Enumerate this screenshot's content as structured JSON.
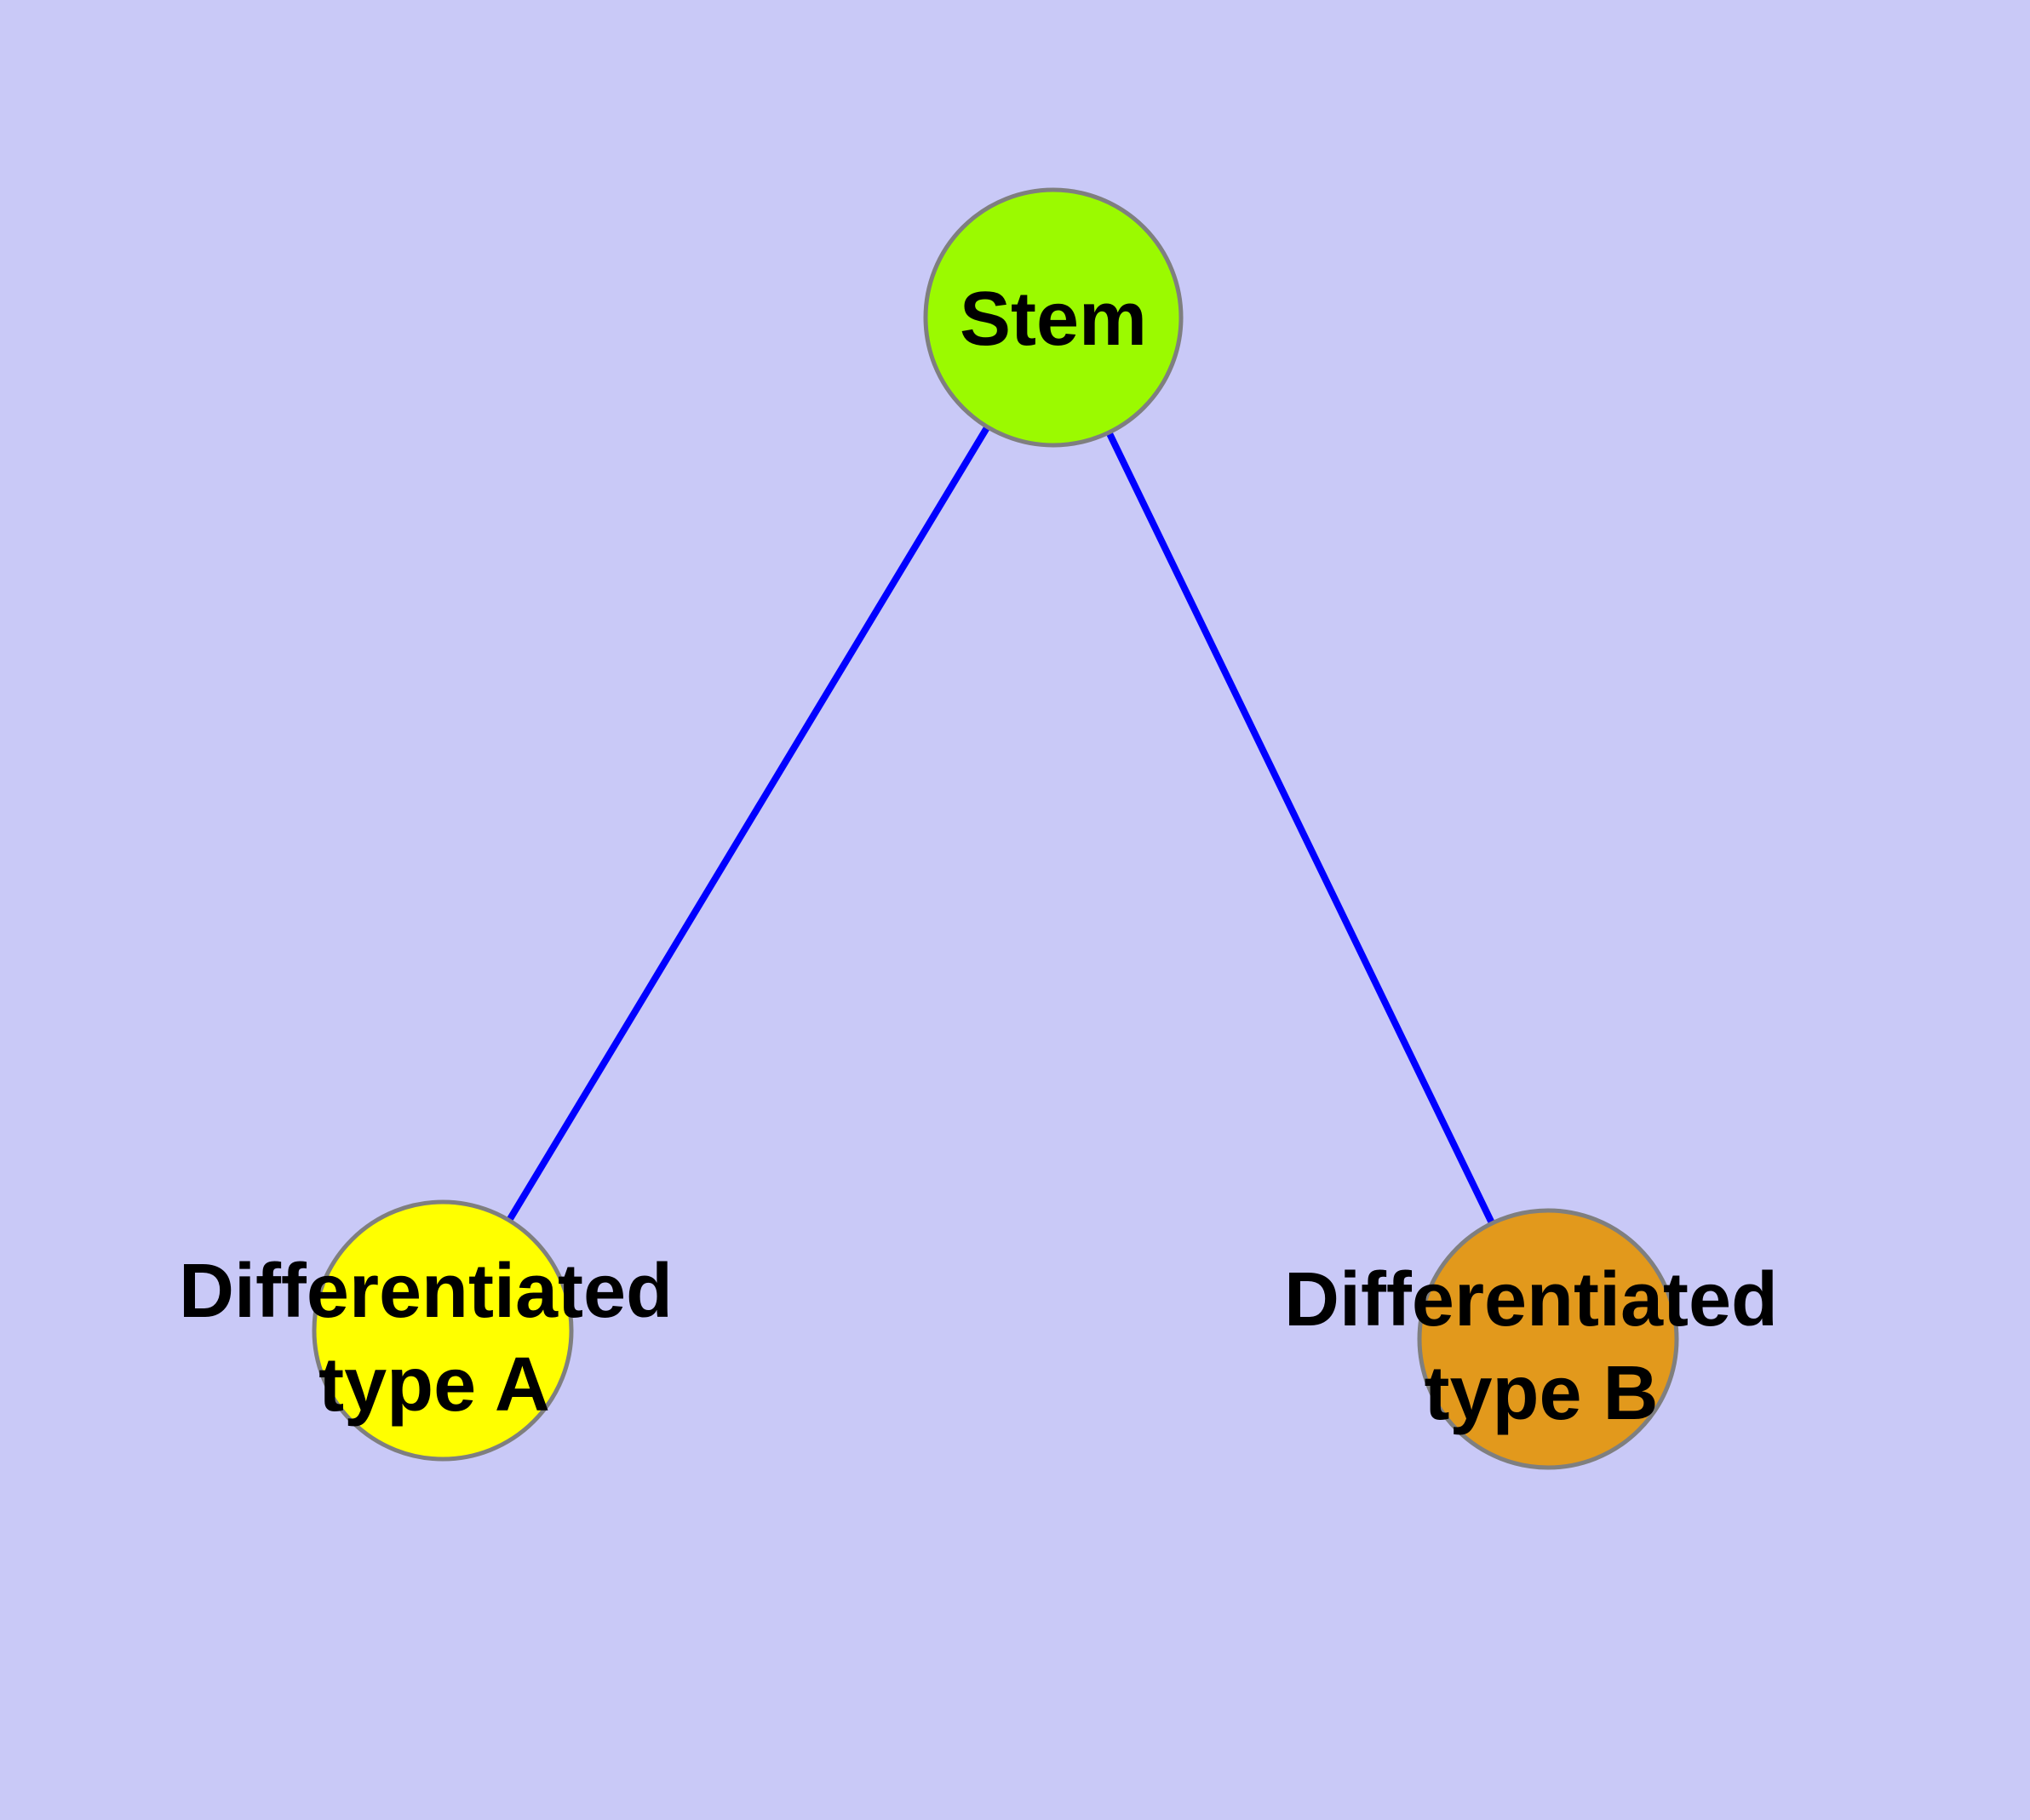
{
  "diagram": {
    "background_color": "#c9c9f7",
    "edge_color": "#0000ff",
    "node_border_color": "#7f7f7f",
    "text_color": "#000000"
  },
  "nodes": {
    "stem": {
      "label": "Stem",
      "fill_color": "#9bfa00"
    },
    "type_a": {
      "label_line1": "Differentiated",
      "label_line2": "type A",
      "fill_color": "#ffff00"
    },
    "type_b": {
      "label_line1": "Differentiated",
      "label_line2": "type B",
      "fill_color": "#e2991c"
    }
  },
  "edges": [
    {
      "from": "Stem",
      "to": "Differentiated type A"
    },
    {
      "from": "Stem",
      "to": "Differentiated type B"
    }
  ]
}
